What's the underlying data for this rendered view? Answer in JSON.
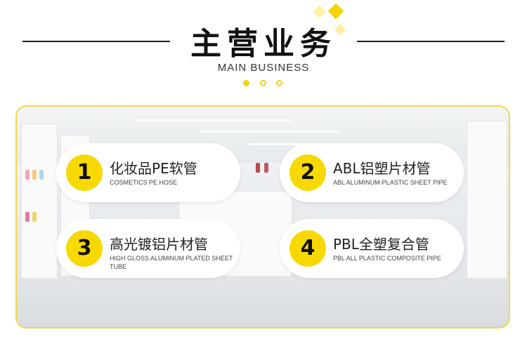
{
  "header": {
    "title": "主营业务",
    "subtitle": "MAIN BUSINESS"
  },
  "colors": {
    "accent": "#f7d900",
    "text": "#111111",
    "panel_border": "#f3d74a"
  },
  "cards": [
    {
      "number": "1",
      "title": "化妆品PE软管",
      "subtitle": "COSMETICS PE HOSE"
    },
    {
      "number": "2",
      "title": "ABL铝塑片材管",
      "subtitle": "ABL ALUMINUM-PLASTIC SHEET PIPE"
    },
    {
      "number": "3",
      "title": "高光镀铝片材管",
      "subtitle": "HIGH GLOSS ALUMINUM PLATED SHEET TUBE"
    },
    {
      "number": "4",
      "title": "PBL全塑复合管",
      "subtitle": "PBL ALL PLASTIC COMPOSITE PIPE"
    }
  ],
  "icons": [
    "yellow-diamond-decoration",
    "dot-indicator",
    "showroom-background"
  ]
}
